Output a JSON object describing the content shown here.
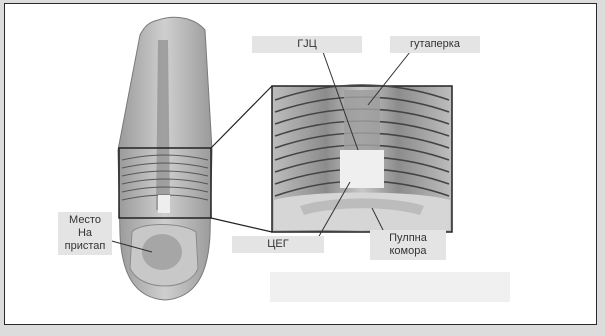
{
  "labels": {
    "gic": "ГЈЦ",
    "gutaperka": "гутаперка",
    "ceg": "ЦЕГ",
    "pulpna_line1": "Пулпна",
    "pulpna_line2": "комора",
    "mesto_line1": "Место",
    "mesto_line2": "На",
    "mesto_line3": "пристап"
  },
  "colors": {
    "tooth": "#b4b4b4",
    "tooth_dark": "#6e6e6e",
    "label_bg": "#e4e4e4",
    "frame": "#2a2a2a"
  }
}
